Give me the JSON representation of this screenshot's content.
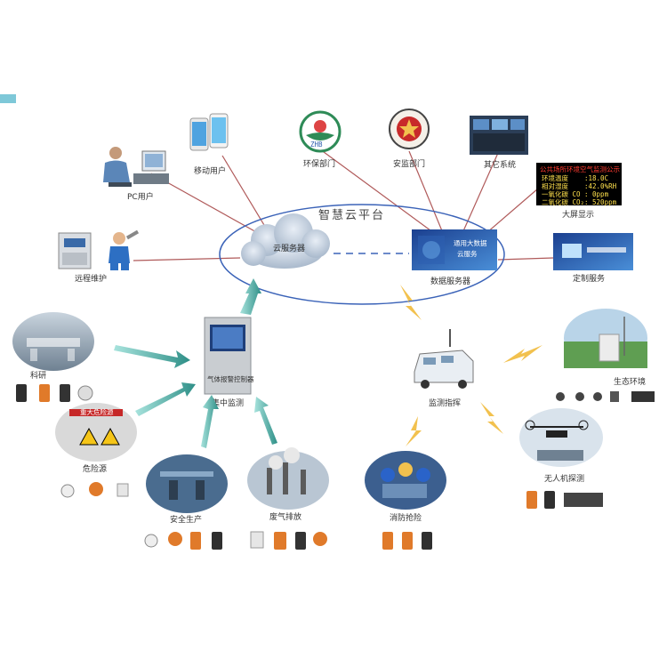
{
  "platform": {
    "title": "智慧云平台"
  },
  "cloud_server": {
    "label": "云服务器"
  },
  "data_server": {
    "label": "数据服务器",
    "screen_text_1": "通用大数据",
    "screen_text_2": "云服务"
  },
  "pc_user": {
    "label": "PC用户"
  },
  "mobile_user": {
    "label": "移动用户"
  },
  "env_dept": {
    "label": "环保部门",
    "logo_text": "ZHB"
  },
  "safety_dept": {
    "label": "安监部门"
  },
  "other_system": {
    "label": "其它系统"
  },
  "big_screen": {
    "label": "大屏显示",
    "header": "公共场所环境空气监测公示",
    "rows": [
      {
        "name": "环境温度",
        "value": ":18.0C"
      },
      {
        "name": "相对湿度",
        "value": ":42.0%RH"
      },
      {
        "name": "一氧化碳 CO",
        "value": ": 0ppm"
      },
      {
        "name": "二氧化碳 CO₂",
        "value": ": 520ppm"
      }
    ]
  },
  "remote_maint": {
    "label": "远程维护"
  },
  "custom_service": {
    "label": "定制服务"
  },
  "central_monitor": {
    "label": "集中监测",
    "panel_text": "气体报警控制器"
  },
  "research": {
    "label": "科研"
  },
  "hazard": {
    "label": "危险源",
    "sign_text": "重大危险源"
  },
  "safety_production": {
    "label": "安全生产"
  },
  "exhaust": {
    "label": "废气排放"
  },
  "fire_rescue": {
    "label": "消防抢险"
  },
  "monitor_command": {
    "label": "监测指挥"
  },
  "eco_env": {
    "label": "生态环境"
  },
  "uav": {
    "label": "无人机探测"
  },
  "colors": {
    "arrow": "#3fa39a",
    "line": "#b05a5a",
    "ellipse": "#3b63b8",
    "bolt": "#f2c14e",
    "accent": "#7ec8d8"
  }
}
